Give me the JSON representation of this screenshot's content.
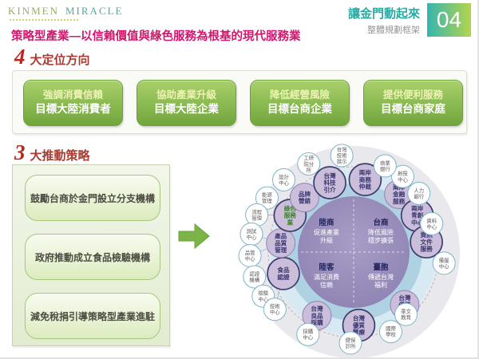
{
  "header": {
    "logo_kinmen": "KINMEN",
    "logo_miracle": "MIRACLE",
    "slide_title": "讓金門動起來",
    "slide_subtitle": "整體規劃框架",
    "page_number": "04"
  },
  "title": {
    "lead": "策略型產業",
    "middle": "—以信賴價值與綠色服務為根基的",
    "tail": "現代服務業"
  },
  "positioning": {
    "number": "4",
    "heading": "大定位方向",
    "buttons": [
      {
        "line1": "強調消費信賴",
        "line2": "目標大陸消費者"
      },
      {
        "line1": "協助產業升級",
        "line2": "目標大陸企業"
      },
      {
        "line1": "降低經營風險",
        "line2": "目標台商企業"
      },
      {
        "line1": "提供便利服務",
        "line2": "目標台商家庭"
      }
    ]
  },
  "strategies": {
    "number": "3",
    "heading": "大推動策略",
    "items": [
      "鼓勵台商於金門設立分支機構",
      "政府推動成立食品檢驗機構",
      "減免稅捐引導策略型產業進駐"
    ]
  },
  "diagram": {
    "quadrants": [
      {
        "name": "陸商",
        "desc_lines": [
          "促進產業",
          "升級"
        ]
      },
      {
        "name": "台商",
        "desc_lines": [
          "降低風險",
          "穩步擴張"
        ]
      },
      {
        "name": "陸客",
        "desc_lines": [
          "滿足消費",
          "信賴"
        ]
      },
      {
        "name": "臺胞",
        "desc_lines": [
          "傳遞台灣",
          "福利"
        ]
      }
    ],
    "inner_nodes": [
      {
        "label": "兩岸商務仲裁",
        "angle": 9,
        "dark": true
      },
      {
        "label": "兩岸金融服務",
        "angle": 38,
        "dark": false
      },
      {
        "label": "兩岸青創中心",
        "angle": 60,
        "dark": true
      },
      {
        "label": "資訊文件服務",
        "angle": 82,
        "dark": true
      },
      {
        "label": "台灣優質教育",
        "angle": 136,
        "dark": false
      },
      {
        "label": "台灣優質醫療",
        "angle": 176,
        "dark": true
      },
      {
        "label": "台灣良品採購",
        "angle": 210,
        "dark": false
      },
      {
        "label": "食品認證",
        "angle": 253,
        "dark": true
      },
      {
        "label": "產品品質管理",
        "angle": 277,
        "dark": false
      },
      {
        "label": "綠色服務業",
        "angle": 300,
        "dark": true,
        "green": true
      },
      {
        "label": "品牌營銷",
        "angle": 318,
        "dark": false
      },
      {
        "label": "台灣科技引介",
        "angle": 341,
        "dark": true
      }
    ],
    "outer_nodes": [
      {
        "label": "台灣技術展示",
        "angle": 353,
        "r": 122
      },
      {
        "label": "工研院分所",
        "angle": 333,
        "r": 124
      },
      {
        "label": "設計中心",
        "angle": 316,
        "r": 126
      },
      {
        "label": "能源管理",
        "angle": 302,
        "r": 128
      },
      {
        "label": "流程管理",
        "angle": 291,
        "r": 130
      },
      {
        "label": "測試中心",
        "angle": 280,
        "r": 130
      },
      {
        "label": "品管中心",
        "angle": 268,
        "r": 130
      },
      {
        "label": "認證機構",
        "angle": 256,
        "r": 128
      },
      {
        "label": "檢驗中心",
        "angle": 244,
        "r": 126
      },
      {
        "label": "技術中心",
        "angle": 234,
        "r": 122
      },
      {
        "label": "採購中心",
        "angle": 209,
        "r": 118
      },
      {
        "label": "健保診所",
        "angle": 182,
        "r": 114
      },
      {
        "label": "國際學校",
        "angle": 155,
        "r": 110
      },
      {
        "label": "華文教育",
        "angle": 140,
        "r": 102
      },
      {
        "label": "備援中心",
        "angle": 97,
        "r": 114
      },
      {
        "label": "資料中心",
        "angle": 70,
        "r": 104
      },
      {
        "label": "人力銀行",
        "angle": 48,
        "r": 110
      },
      {
        "label": "創投中心",
        "angle": 33,
        "r": 113
      },
      {
        "label": "商業銀行",
        "angle": 20,
        "r": 115
      }
    ],
    "colors": {
      "inner_fill": "#cbbeda",
      "inner_text": "#3c3670",
      "dark_border": "#3c3c6e",
      "light_border": "#9381b5",
      "green_text": "#3f8030",
      "ring_line": "#7fb5c5",
      "outer_text": "#5a5a5a"
    }
  }
}
